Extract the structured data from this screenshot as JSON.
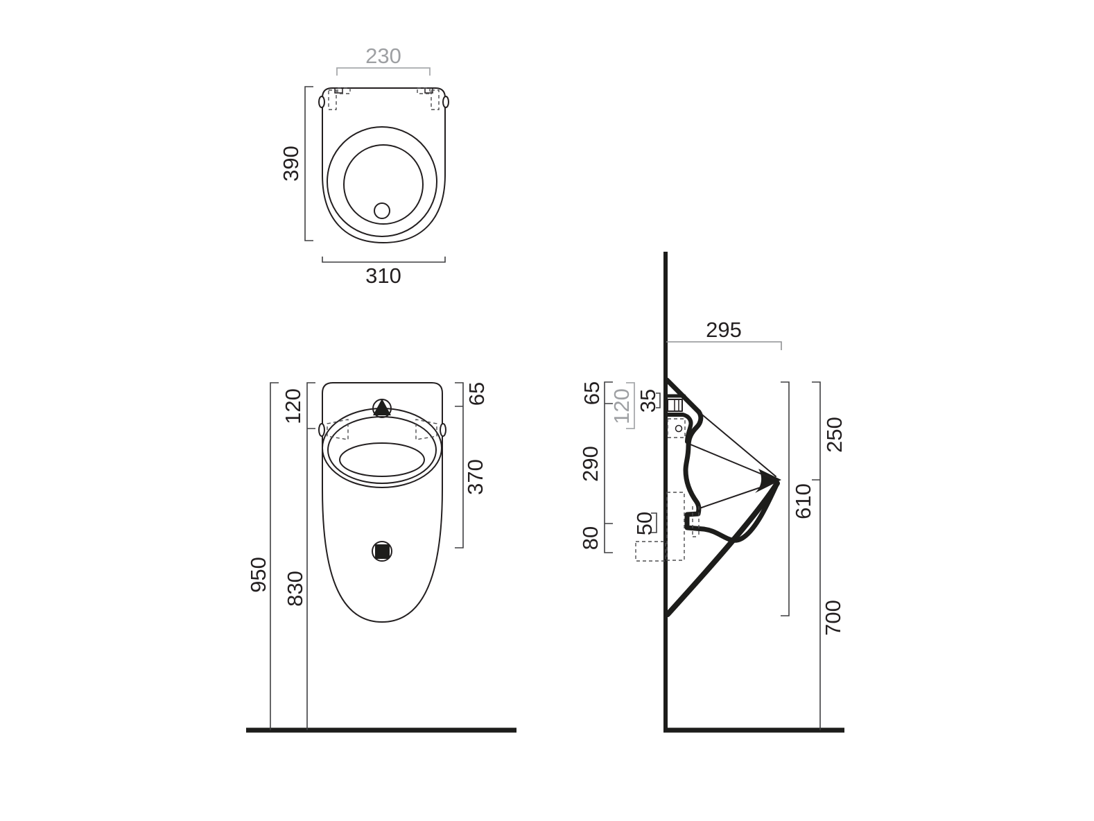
{
  "drawing": {
    "top_view": {
      "fixing_span_label": "230",
      "depth_label": "390",
      "width_label": "310"
    },
    "front_view": {
      "top_offset_label": "120",
      "total_height_label": "950",
      "fixing_height_label": "830",
      "inlet_offset_label": "65",
      "span_label": "370"
    },
    "side_view": {
      "depth_label": "295",
      "inlet_offset_label": "65",
      "top_offset_label": "120",
      "inlet_size_label": "35",
      "mid_label": "290",
      "outlet_zone_label": "80",
      "outlet_size_label": "50",
      "rim_drop_label": "250",
      "rim_height_label": "610",
      "outlet_height_label": "700"
    },
    "colors": {
      "ink": "#231f20",
      "dim_line": "#3f3f41",
      "gray_dim": "#a7a9ac",
      "background": "#ffffff"
    }
  }
}
